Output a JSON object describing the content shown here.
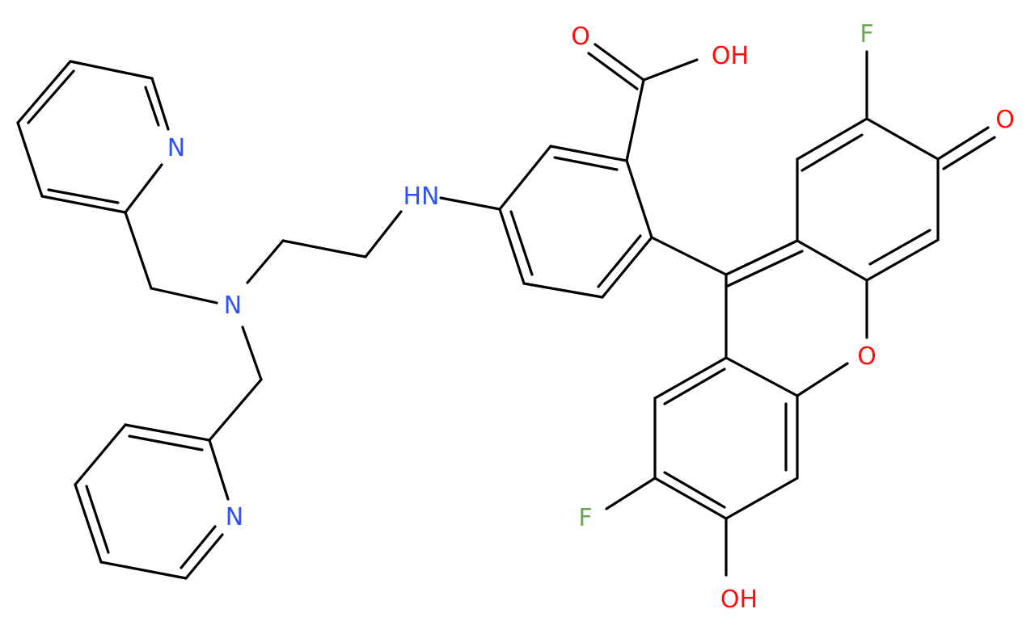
{
  "colors": {
    "bond": "#000000",
    "nitrogen": "#3050f8",
    "oxygen": "#ff0d0d",
    "fluorine": "#6aa84f",
    "background": "#ffffff"
  },
  "atom_labels": {
    "pyridine_top_n": "N",
    "pyridine_bottom_n": "N",
    "tertiary_amine_n": "N",
    "amine_nh": "HN",
    "carbonyl_o": "O",
    "acid_oh": "OH",
    "fluorine_top": "F",
    "ketone_o": "O",
    "xanthene_o": "O",
    "fluorine_bottom": "F",
    "phenol_oh": "OH"
  }
}
